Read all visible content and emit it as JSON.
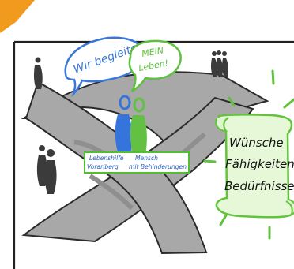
{
  "speech_blue": {
    "text": "Wir begleiten",
    "color": "#3a78d8"
  },
  "speech_green": {
    "line1": "MEIN",
    "line2": "Leben!",
    "color": "#5fbf3f"
  },
  "sign": {
    "left_line1": "Lebenshilfe",
    "left_line2": "Vorarlberg",
    "right_line1": "Mensch",
    "right_line2": "mit Behinderungen",
    "text_color": "#2b63c7",
    "border_color": "#4fbf2f"
  },
  "scroll": {
    "line1": "Wünsche",
    "line2": "Fähigkeiten",
    "line3": "Bedürfnisse",
    "fill": "#e7f8d8",
    "border": "#62c43b"
  },
  "colors": {
    "road": "#a7a7a7",
    "road_dark": "#8d8d8d",
    "outline": "#2b2b2b",
    "orange": "#f29a1d",
    "figure_dark": "#3b3b3b",
    "figure_blue": "#3574db",
    "figure_green": "#64c045"
  }
}
